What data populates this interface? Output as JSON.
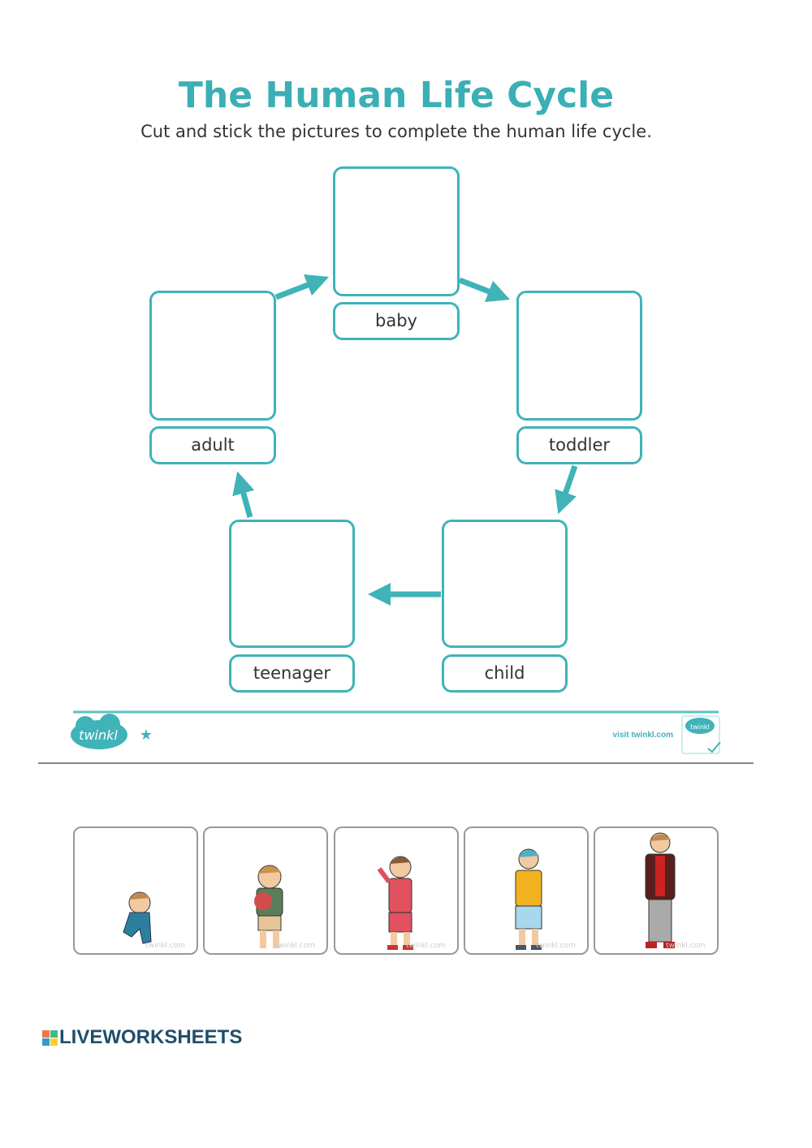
{
  "title": "The Human Life Cycle",
  "subtitle": "Cut and stick the pictures to complete the human life cycle.",
  "stages": [
    {
      "label": "baby"
    },
    {
      "label": "toddler"
    },
    {
      "label": "child"
    },
    {
      "label": "teenager"
    },
    {
      "label": "adult"
    }
  ],
  "footer": {
    "logo": "twinkl",
    "visit": "visit twinkl.com",
    "badge": "twinkl"
  },
  "cards": [
    {
      "name": "baby",
      "watermark": "twinkl.com"
    },
    {
      "name": "toddler",
      "watermark": "twinkl.com"
    },
    {
      "name": "child",
      "watermark": "twinkl.com"
    },
    {
      "name": "teenager",
      "watermark": "twinkl.com"
    },
    {
      "name": "adult",
      "watermark": "twinkl.com"
    }
  ],
  "brand": "LIVEWORKSHEETS",
  "colors": {
    "accent": "#3fb3b8",
    "brand": "#1f4e6b"
  }
}
